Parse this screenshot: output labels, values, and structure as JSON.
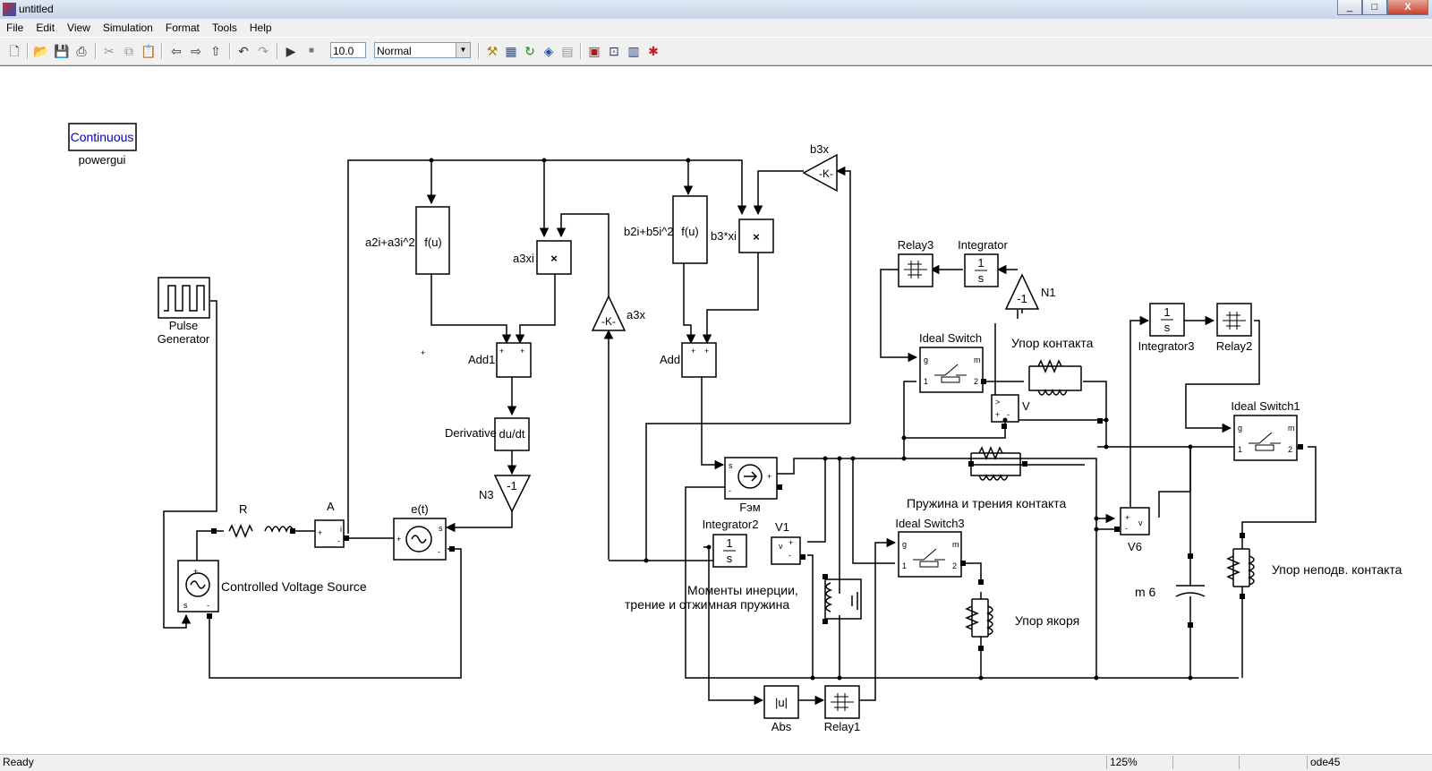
{
  "window": {
    "title": "untitled",
    "buttons": [
      "_",
      "□",
      "X"
    ]
  },
  "menu": [
    "File",
    "Edit",
    "View",
    "Simulation",
    "Format",
    "Tools",
    "Help"
  ],
  "toolbar": {
    "stop_time": "10.0",
    "sim_mode": "Normal"
  },
  "blocks": {
    "powergui_text": "Continuous",
    "powergui_label": "powergui",
    "pulse_label1": "Pulse",
    "pulse_label2": "Generator",
    "cvs_label": "Controlled Voltage Source",
    "R": "R",
    "A": "A",
    "et": "e(t)",
    "N3": "N3",
    "N3_gain": "-1",
    "derivative": "Derivative",
    "derivative_fn": "du/dt",
    "add1": "Add1",
    "add": "Add",
    "fcn1_label": "a2i+a3i^2",
    "fcn_text": "f(u)",
    "fcn2_label": "b2i+b5i^2",
    "prod1_label": "a3xi",
    "prod2_label": "b3*xi",
    "gain_a3x": "a3x",
    "gain_b3x": "b3x",
    "gain_K": "-K-",
    "relay3": "Relay3",
    "integrator": "Integrator",
    "n1": "N1",
    "n1_gain": "-1",
    "integrator3": "Integrator3",
    "relay2": "Relay2",
    "ideal_switch": "Ideal Switch",
    "ideal_switch1": "Ideal Switch1",
    "ideal_switch3": "Ideal Switch3",
    "upor_kontakta": "Упор контакта",
    "v_label": "V",
    "v1_label": "V1",
    "v6_label": "V6",
    "fem": "Fэм",
    "spring_label": "Пружина и трения контакта",
    "integrator2": "Integrator2",
    "moments1": "Моменты инерции,",
    "moments2": "трение и отжимная пружина",
    "upor_yakorya": "Упор якоря",
    "m6": "m 6",
    "upor_nepodv": "Упор неподв. контакта",
    "abs": "Abs",
    "abs_fn": "|u|",
    "relay1": "Relay1",
    "int_num": "1",
    "int_den": "s",
    "prod_sym": "×"
  },
  "status": {
    "ready": "Ready",
    "zoom": "125%",
    "solver": "ode45"
  }
}
